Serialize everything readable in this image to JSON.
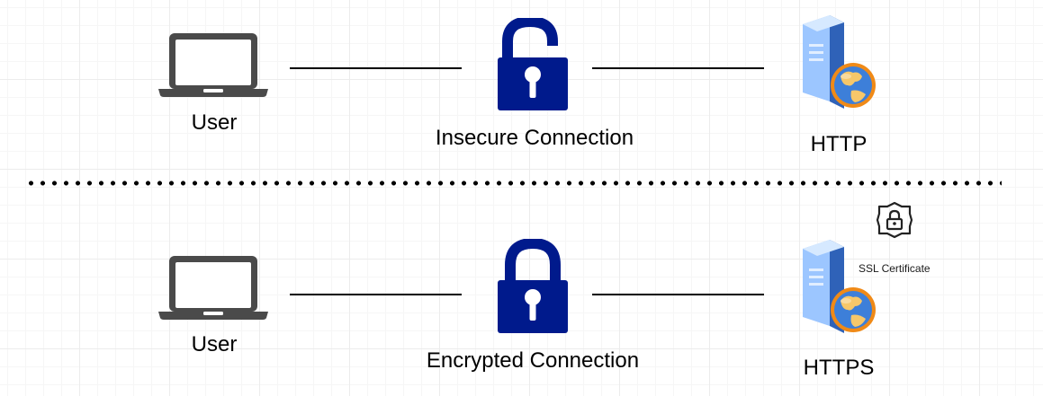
{
  "colors": {
    "laptop": "#4a4a4a",
    "lock": "#001a8c",
    "line": "#000000",
    "server_body": "#4f86d6",
    "globe_orange": "#f08a17"
  },
  "top_row": {
    "user_label": "User",
    "connection_label": "Insecure Connection",
    "server_label": "HTTP",
    "icons": {
      "user": "laptop-icon",
      "connection": "lock-open-icon",
      "server": "web-server-icon"
    }
  },
  "bottom_row": {
    "user_label": "User",
    "connection_label": "Encrypted Connection",
    "server_label": "HTTPS",
    "certificate_label": "SSL Certificate",
    "icons": {
      "user": "laptop-icon",
      "connection": "lock-closed-icon",
      "server": "web-server-icon",
      "certificate": "shield-lock-icon"
    }
  }
}
